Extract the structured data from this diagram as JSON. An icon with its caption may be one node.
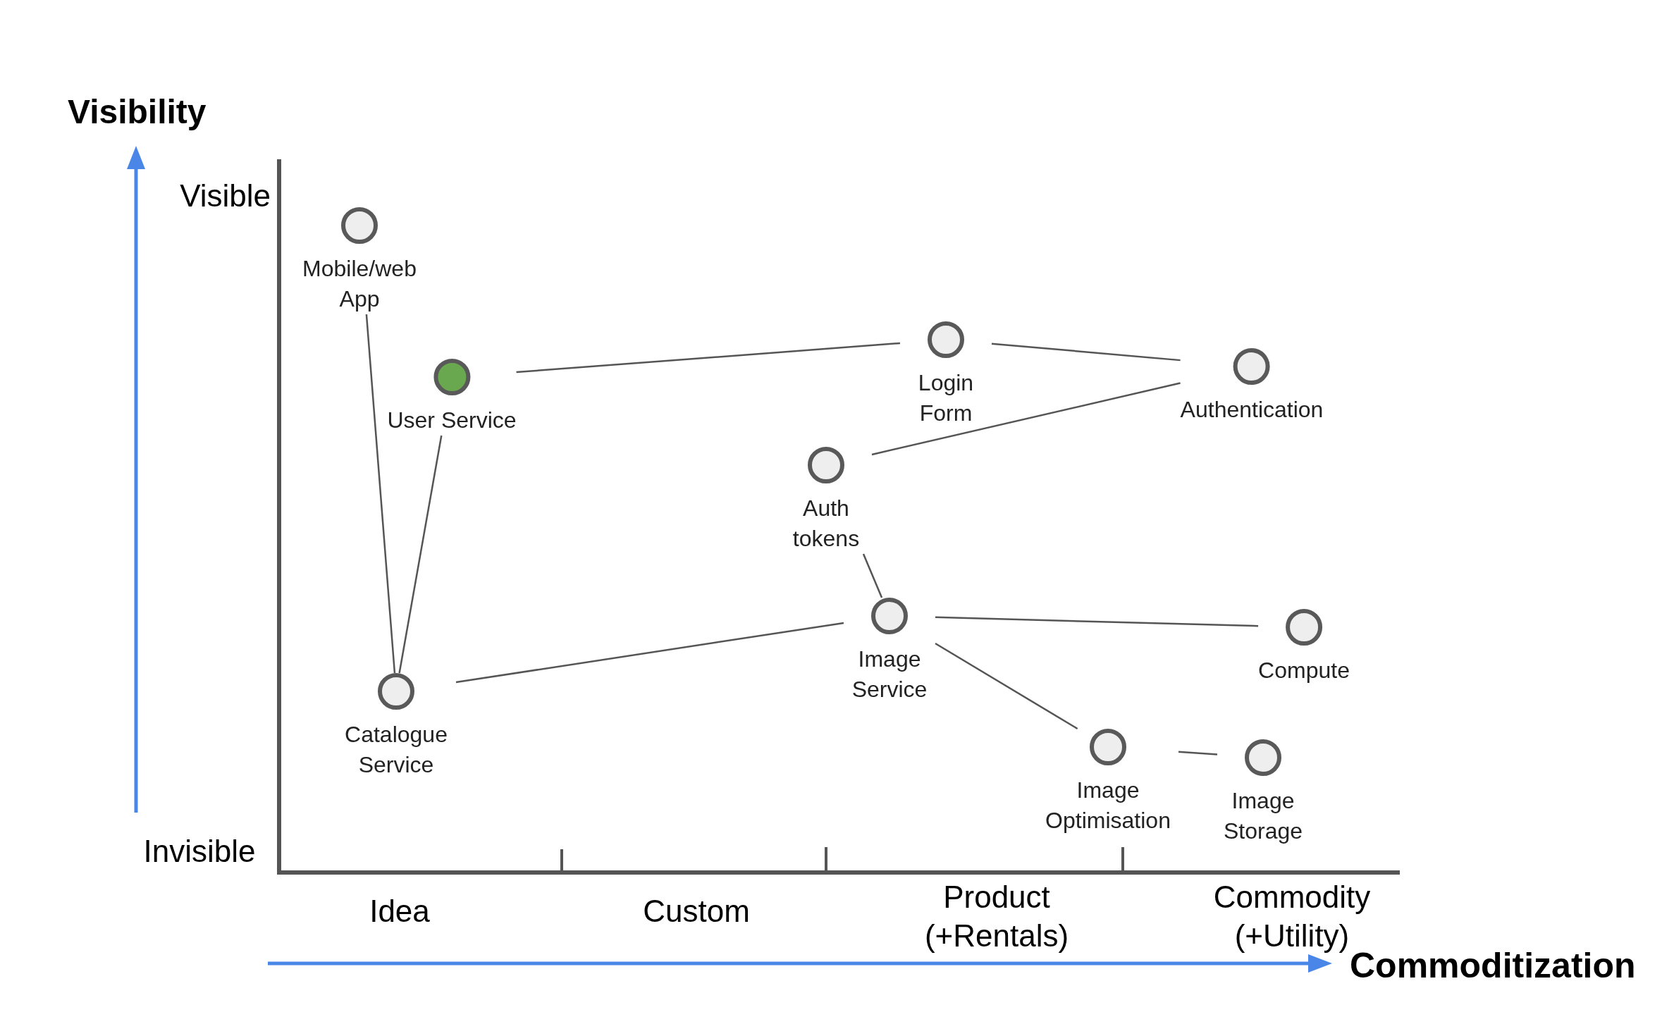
{
  "diagram": {
    "nodes": [
      {
        "text": [
          "Mobile/web App"
        ]
      },
      {
        "text": [
          "User Service"
        ]
      },
      {
        "text": [
          "Login Form"
        ]
      },
      {
        "text": [
          "Authentication"
        ]
      },
      {
        "text": [
          "Auth tokens"
        ]
      },
      {
        "text": [
          "Image Service"
        ]
      },
      {
        "text": [
          "Compute"
        ]
      },
      {
        "text": [
          "Catalogue Service"
        ]
      },
      {
        "text": [
          "Image Optimisation"
        ]
      },
      {
        "text": [
          "Image Storage"
        ]
      }
    ],
    "edges": [
      {
        "from": 0,
        "to": 7,
        "arrow": "none"
      },
      {
        "from": 1,
        "to": 7,
        "arrow": "none"
      },
      {
        "from": 1,
        "to": 2,
        "arrow": "none"
      },
      {
        "from": 2,
        "to": 3,
        "arrow": "none"
      },
      {
        "from": 4,
        "to": 3,
        "arrow": "none"
      },
      {
        "from": 4,
        "to": 5,
        "arrow": "none"
      },
      {
        "from": 7,
        "to": 5,
        "arrow": "none"
      },
      {
        "from": 5,
        "to": 6,
        "arrow": "none"
      },
      {
        "from": 5,
        "to": 8,
        "arrow": "none"
      },
      {
        "from": 8,
        "to": 9,
        "arrow": "none"
      }
    ],
    "labels": [
      "Visibility",
      "Visible",
      "Invisible",
      "Idea",
      "Custom",
      "Product (+Rentals)",
      "Commodity (+Utility)",
      "Commoditization"
    ]
  }
}
